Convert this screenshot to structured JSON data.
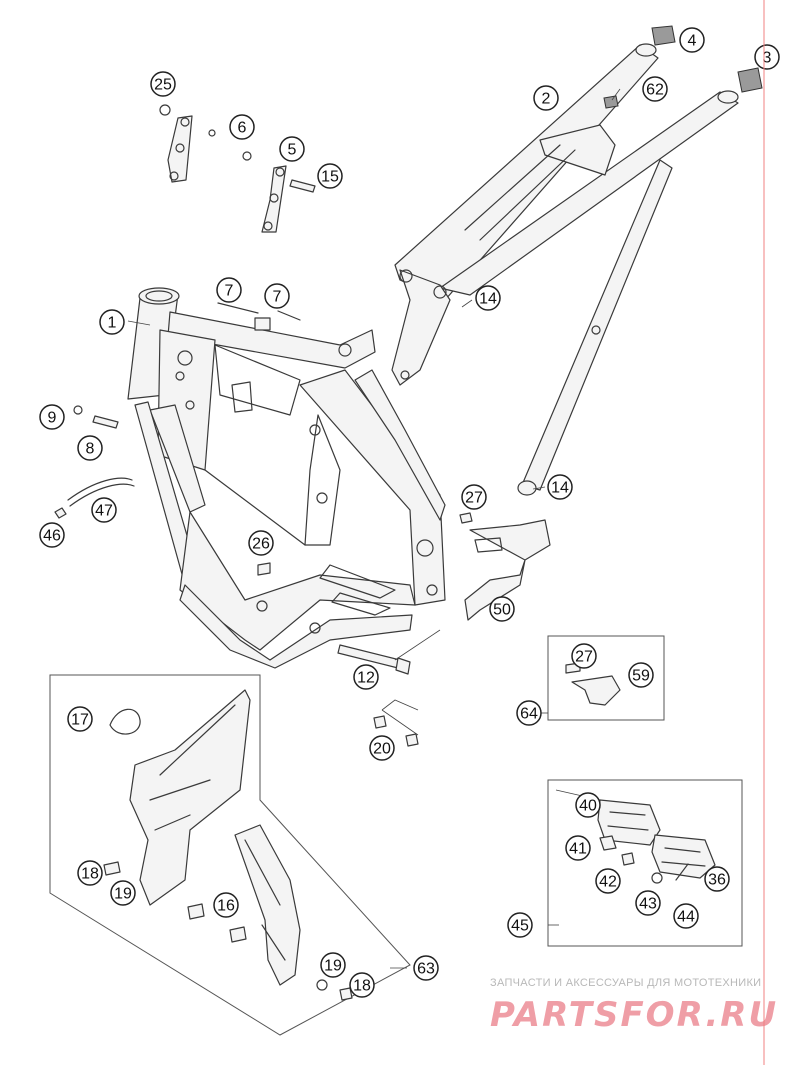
{
  "callouts": [
    "1",
    "2",
    "3",
    "4",
    "5",
    "6",
    "7",
    "7",
    "8",
    "9",
    "12",
    "14",
    "14",
    "15",
    "16",
    "17",
    "18",
    "18",
    "19",
    "19",
    "20",
    "25",
    "26",
    "27",
    "27",
    "36",
    "40",
    "41",
    "42",
    "43",
    "44",
    "45",
    "46",
    "47",
    "50",
    "59",
    "62",
    "63",
    "64"
  ],
  "watermark": {
    "subtitle": "ЗАПЧАСТИ И АКСЕССУАРЫ ДЛЯ МОТОТЕХНИКИ",
    "brand": "PARTSFOR.RU"
  },
  "colors": {
    "line": "#3a3a3a",
    "watermark_brand": "#ef9ea6",
    "watermark_sub": "#b8b8b8",
    "edge_line": "#f08080"
  }
}
